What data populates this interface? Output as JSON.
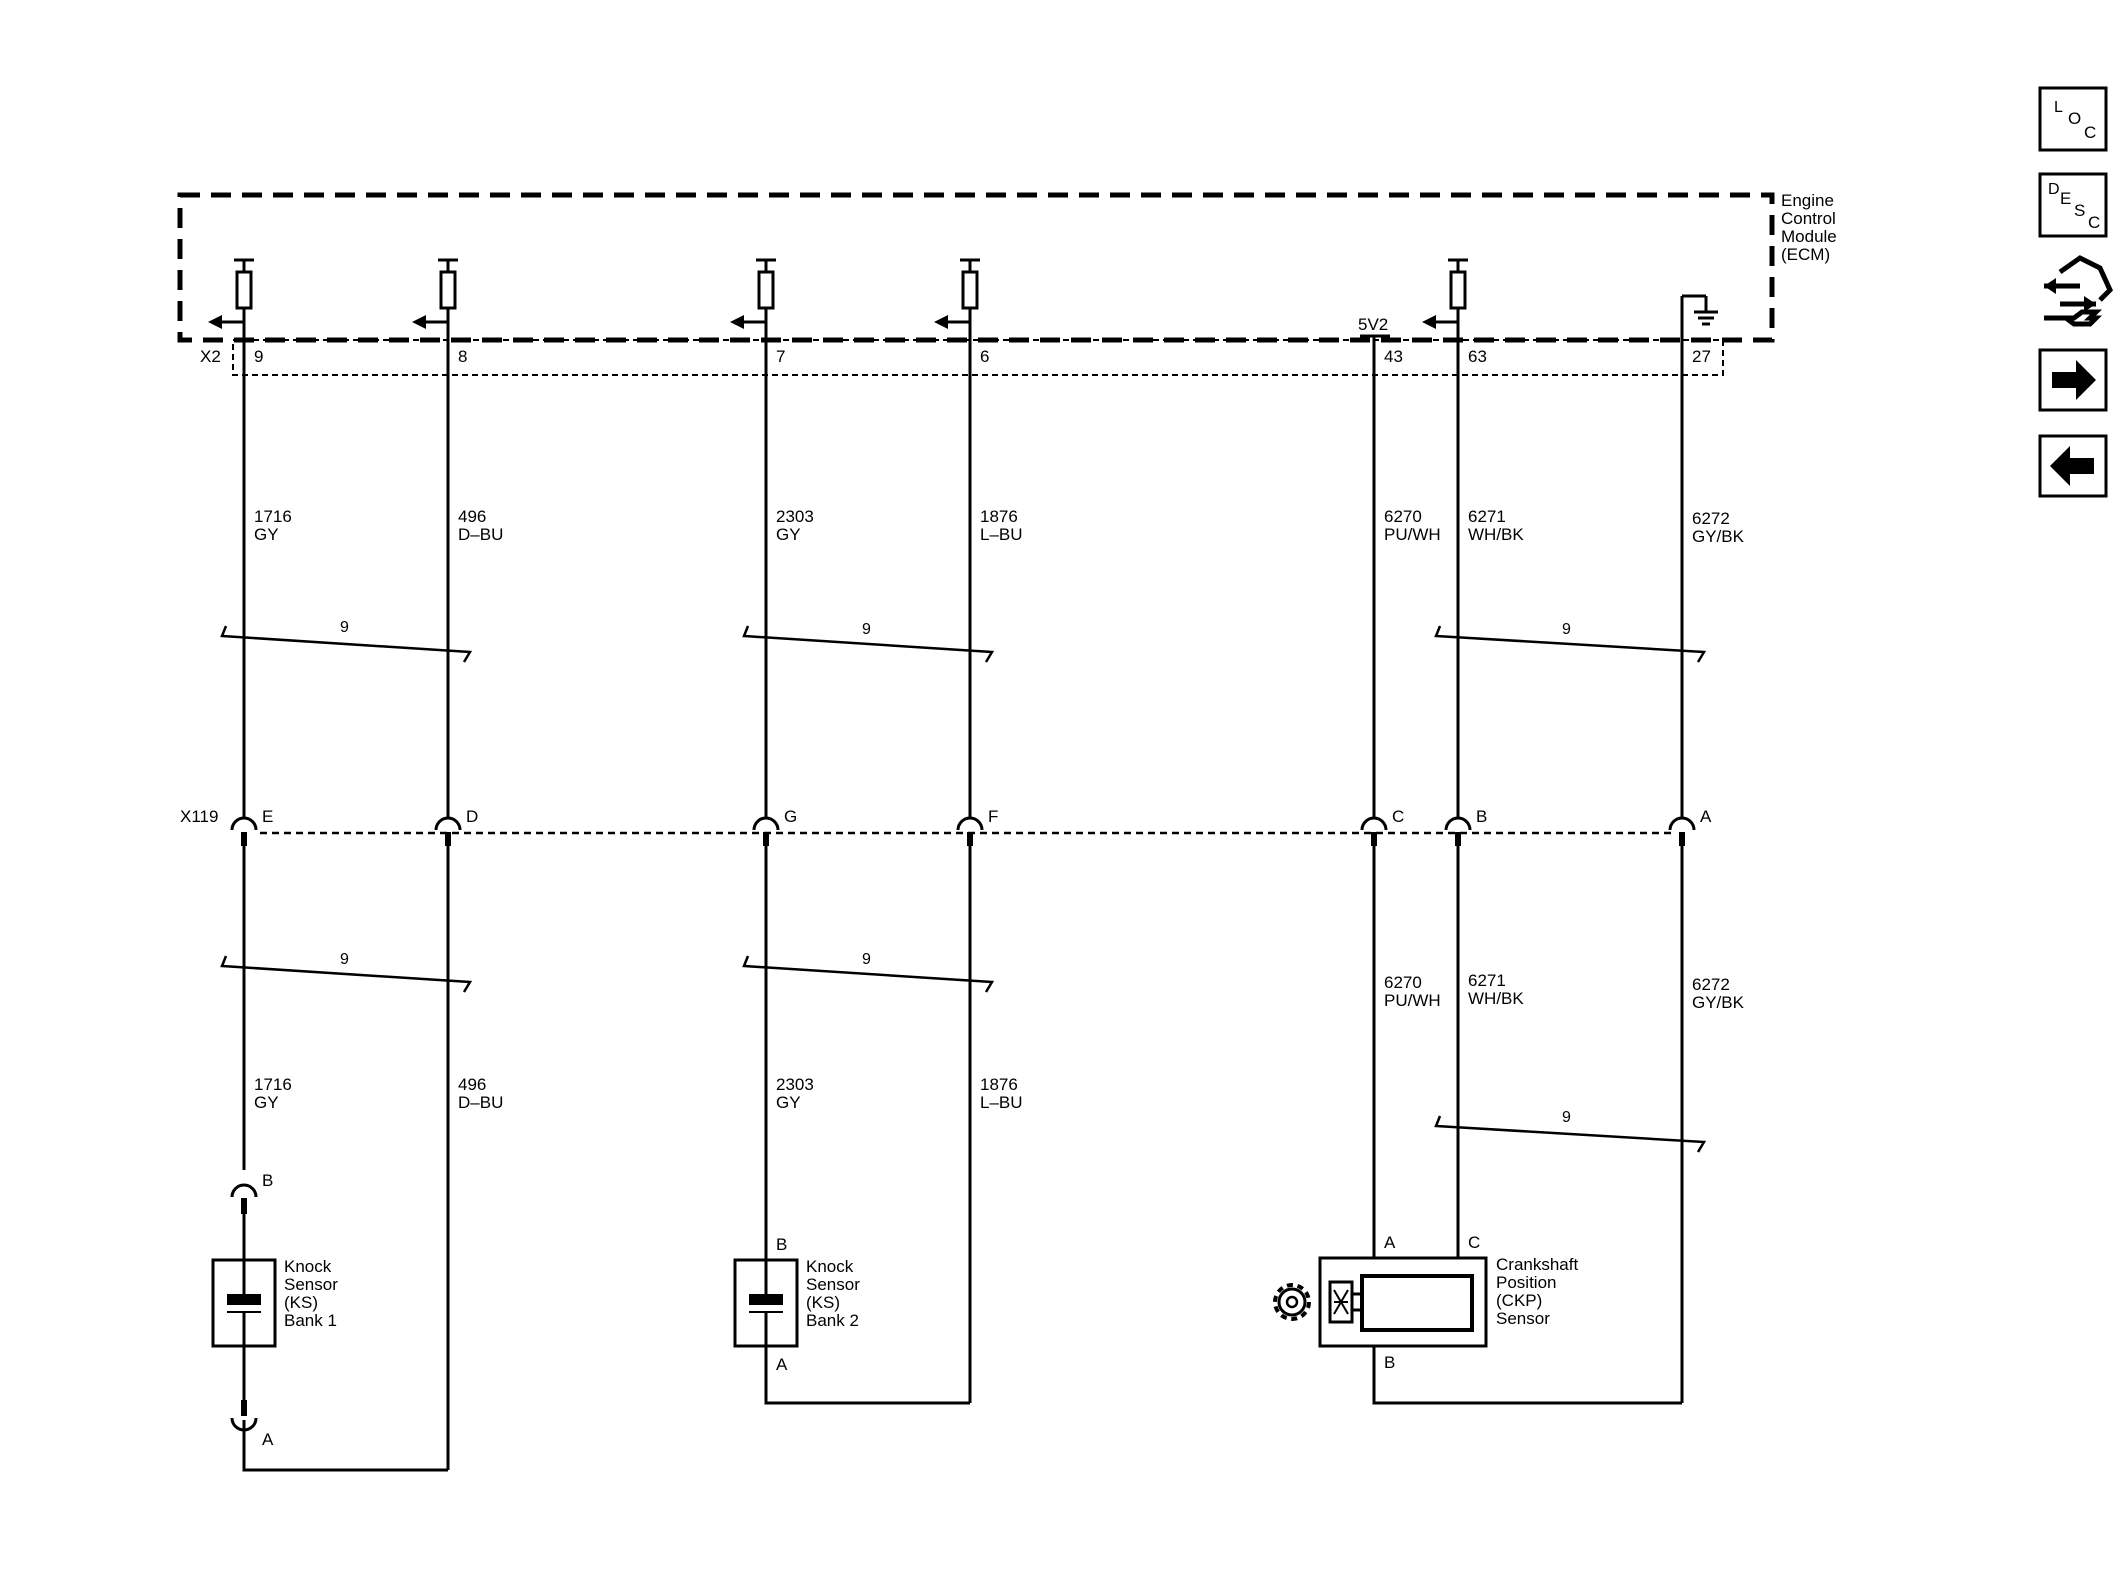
{
  "ecm": {
    "name_lines": [
      "Engine",
      "Control",
      "Module",
      "(ECM)"
    ],
    "connector": "X2",
    "pins": [
      "9",
      "8",
      "7",
      "6",
      "43",
      "63",
      "27"
    ],
    "ref_label": "5V2"
  },
  "x119": {
    "connector": "X119",
    "pins": [
      "E",
      "D",
      "G",
      "F",
      "C",
      "B",
      "A"
    ]
  },
  "wires": {
    "upper": [
      {
        "circuit": "1716",
        "color": "GY"
      },
      {
        "circuit": "496",
        "color": "D–BU"
      },
      {
        "circuit": "2303",
        "color": "GY"
      },
      {
        "circuit": "1876",
        "color": "L–BU"
      },
      {
        "circuit": "6270",
        "color": "PU/WH"
      },
      {
        "circuit": "6271",
        "color": "WH/BK"
      },
      {
        "circuit": "6272",
        "color": "GY/BK"
      }
    ],
    "lower": [
      {
        "circuit": "1716",
        "color": "GY"
      },
      {
        "circuit": "496",
        "color": "D–BU"
      },
      {
        "circuit": "2303",
        "color": "GY"
      },
      {
        "circuit": "1876",
        "color": "L–BU"
      },
      {
        "circuit": "6270",
        "color": "PU/WH"
      },
      {
        "circuit": "6271",
        "color": "WH/BK"
      },
      {
        "circuit": "6272",
        "color": "GY/BK"
      }
    ]
  },
  "twist_label": "9",
  "ks1": {
    "lines": [
      "Knock",
      "Sensor",
      "(KS)",
      "Bank 1"
    ],
    "pin_b": "B",
    "pin_a": "A"
  },
  "ks2": {
    "lines": [
      "Knock",
      "Sensor",
      "(KS)",
      "Bank 2"
    ],
    "pin_b": "B",
    "pin_a": "A"
  },
  "ckp": {
    "lines": [
      "Crankshaft",
      "Position",
      "(CKP)",
      "Sensor"
    ],
    "pin_a": "A",
    "pin_c": "C",
    "pin_b": "B"
  },
  "nav": {
    "loc": [
      "L",
      "O",
      "C"
    ],
    "desc": [
      "D",
      "E",
      "S",
      "C"
    ]
  }
}
